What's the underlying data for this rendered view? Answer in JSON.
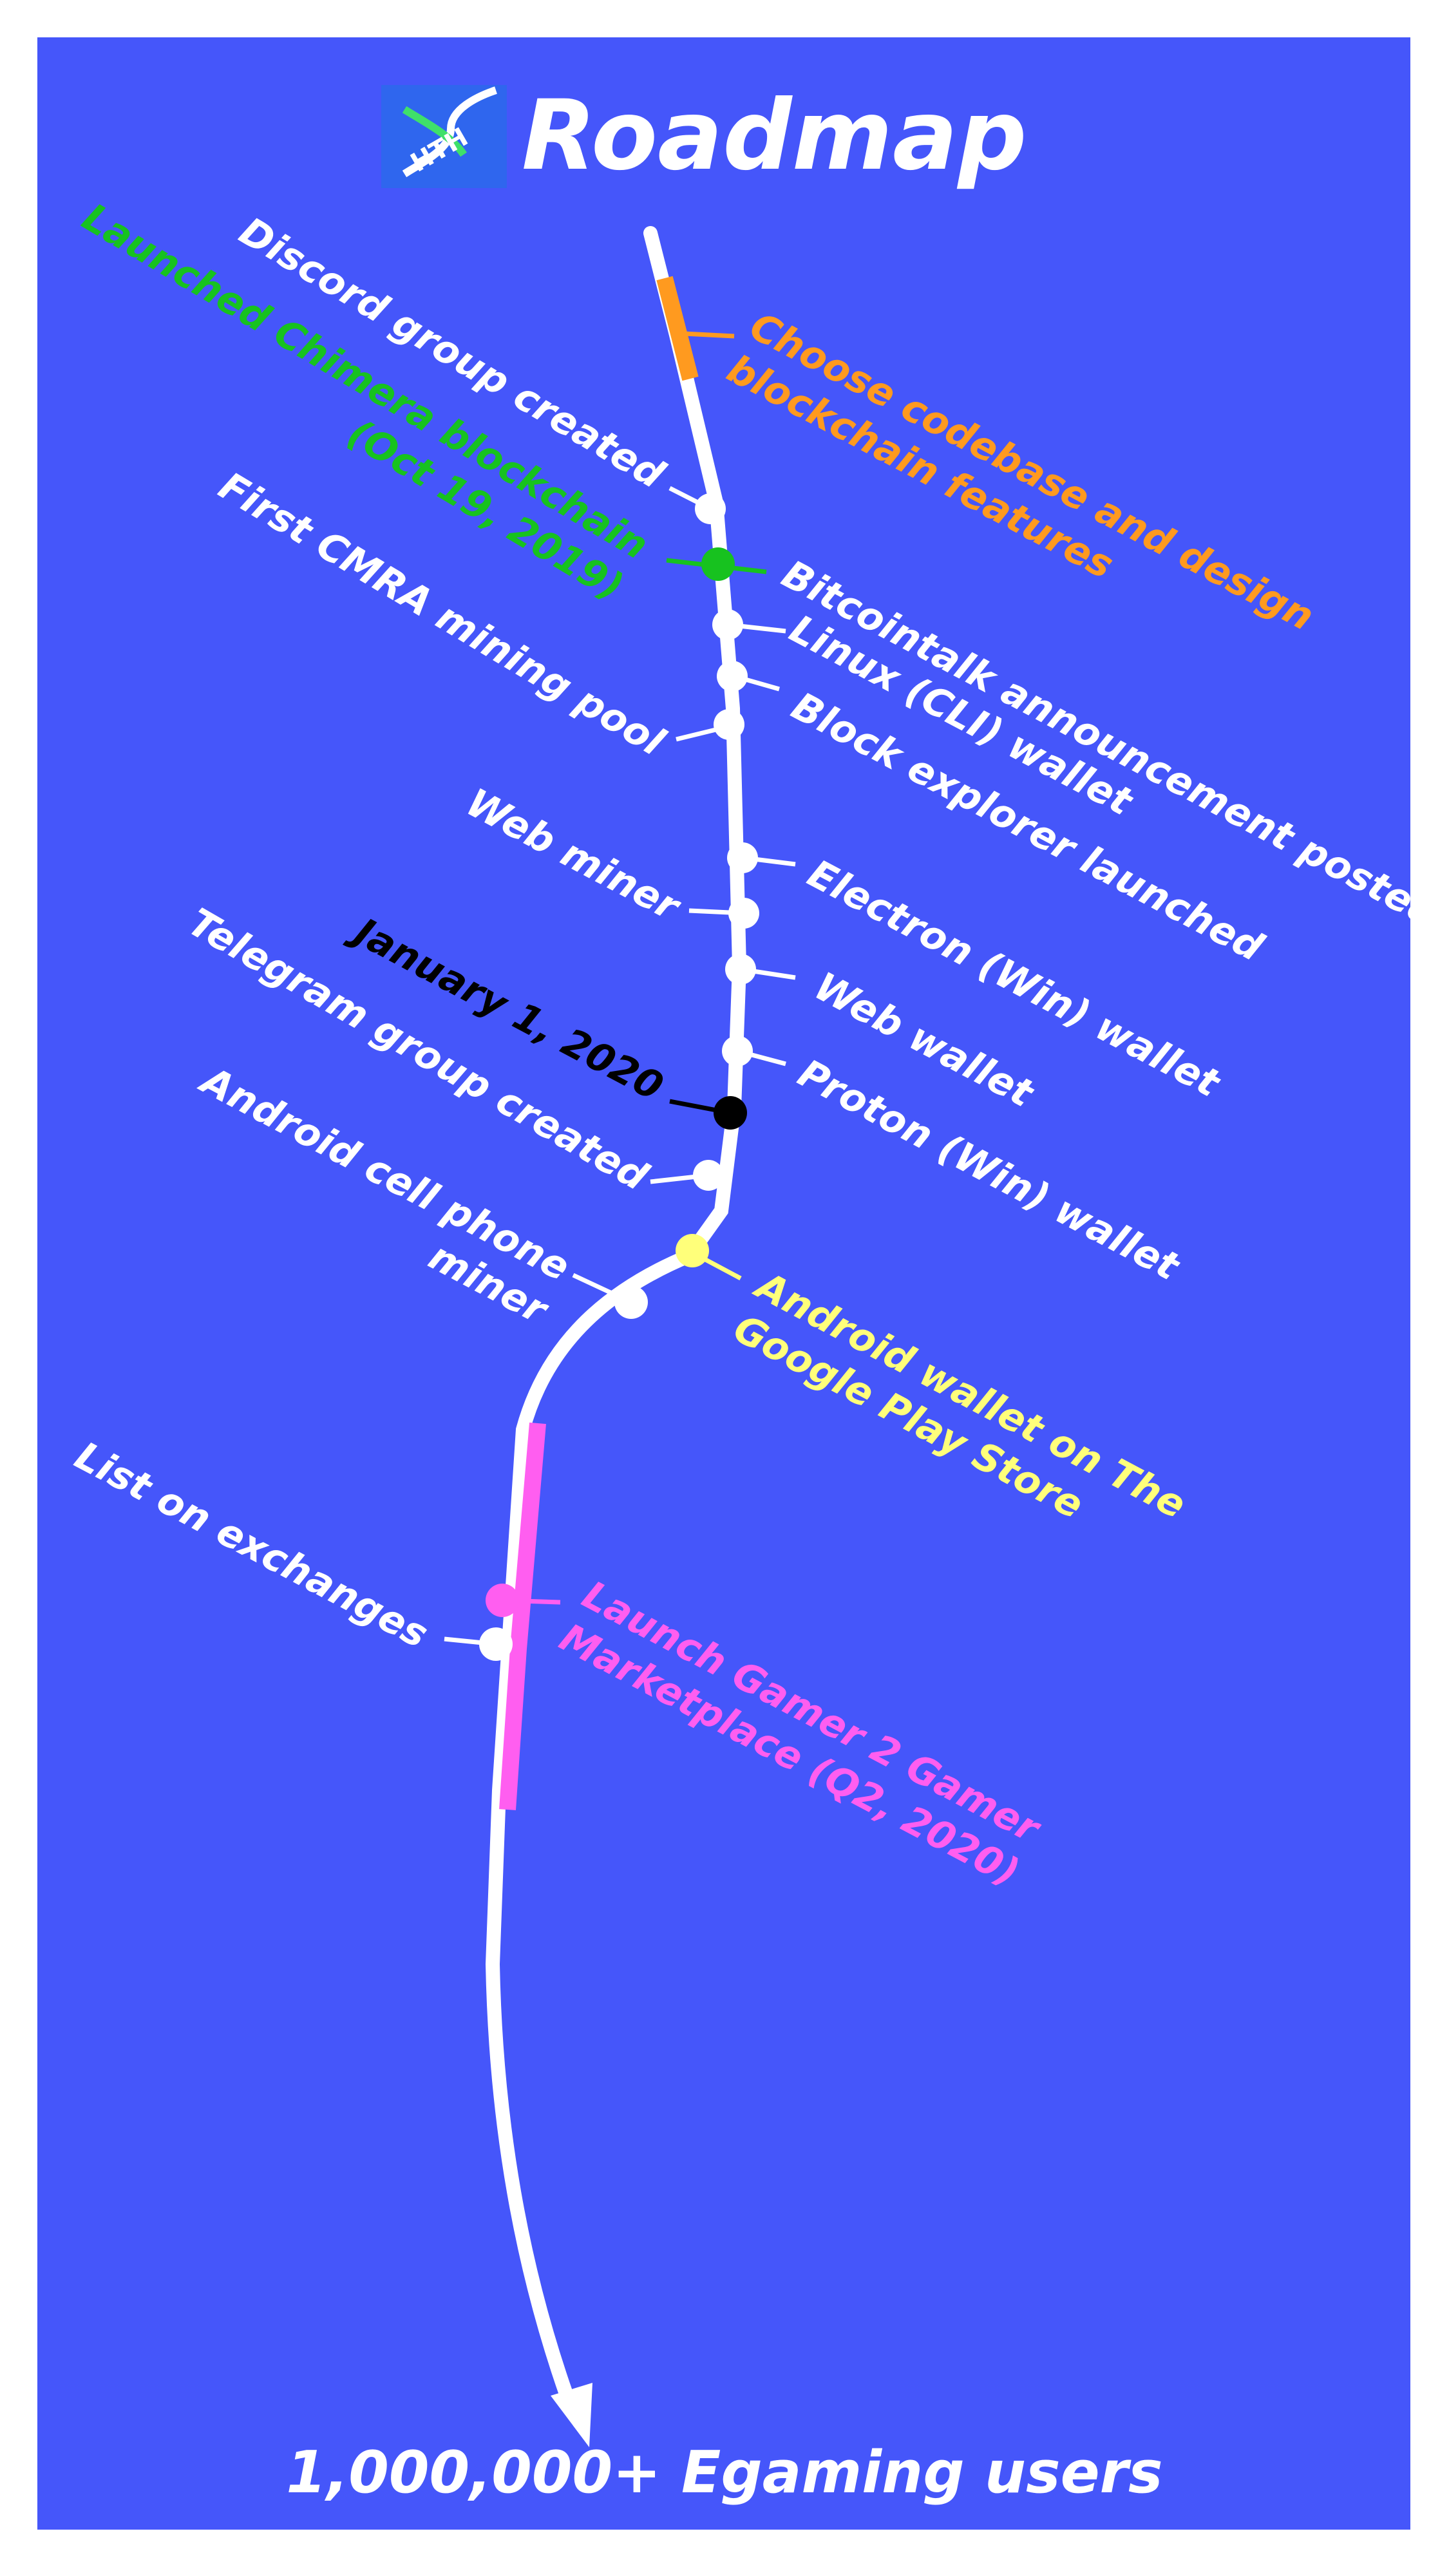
{
  "title": "Roadmap",
  "logo": {
    "icon": "dna-logo-icon",
    "letters": "HTH"
  },
  "colors": {
    "background": "#4556fa",
    "border": "#ffffff",
    "line": "#ffffff",
    "orange": "#ff9a1f",
    "green": "#17c21f",
    "black": "#000000",
    "yellow": "#ffff7a",
    "pink": "#ff5ef0"
  },
  "milestones": [
    {
      "text": "Choose codebase and design\nblockchain features",
      "color": "orange"
    },
    {
      "text": "Discord group created",
      "color": "white"
    },
    {
      "text": "Launched Chimera blockchain\n(Oct 19, 2019)",
      "color": "green"
    },
    {
      "text": "Bitcointalk announcement posted",
      "color": "white"
    },
    {
      "text": "Linux (CLI) wallet",
      "color": "white"
    },
    {
      "text": "First CMRA mining pool",
      "color": "white"
    },
    {
      "text": "Block explorer launched",
      "color": "white"
    },
    {
      "text": "Electron (Win) wallet",
      "color": "white"
    },
    {
      "text": "Web miner",
      "color": "white"
    },
    {
      "text": "Web wallet",
      "color": "white"
    },
    {
      "text": "Proton (Win) wallet",
      "color": "white"
    },
    {
      "text": "January 1, 2020",
      "color": "black"
    },
    {
      "text": "Telegram group created",
      "color": "white"
    },
    {
      "text": "Android wallet on The\nGoogle Play Store",
      "color": "yellow"
    },
    {
      "text": "Android cell phone\nminer",
      "color": "white"
    },
    {
      "text": "Launch Gamer 2 Gamer\nMarketplace (Q2, 2020)",
      "color": "pink"
    },
    {
      "text": "List on exchanges",
      "color": "white"
    }
  ],
  "goal": "1,000,000+ Egaming users"
}
